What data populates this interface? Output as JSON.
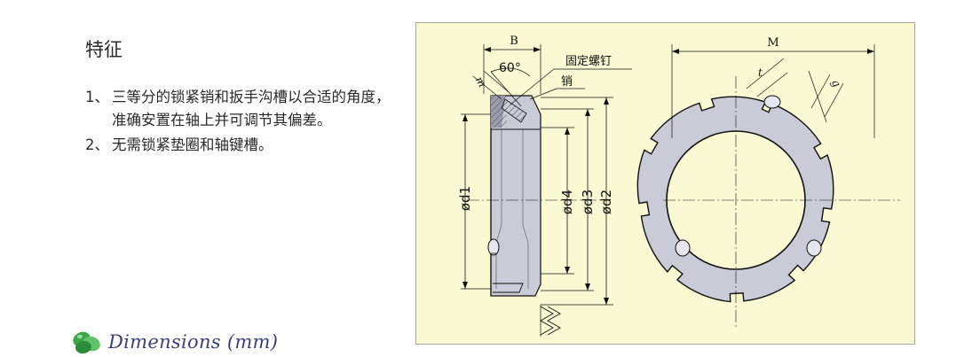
{
  "features": {
    "title": "特征",
    "items": [
      {
        "num": "1、",
        "text": "三等分的锁紧销和扳手沟槽以合适的角度，准确安置在轴上并可调节其偏差。"
      },
      {
        "num": "2、",
        "text": "无需锁紧垫圈和轴键槽。"
      }
    ]
  },
  "dimensions_heading": "Dimensions (mm)",
  "drawing": {
    "label_B": "B",
    "label_M": "M",
    "label_angle": "60°",
    "label_set_screw": "固定螺钉",
    "label_pin": "销",
    "label_m": "m",
    "label_t": "t",
    "label_g": "g",
    "label_d1": "ød1",
    "label_d2": "ød2",
    "label_d3": "ød3",
    "label_d4": "ød4"
  },
  "colors": {
    "panel_bg": "#fbf9d3",
    "part_fill": "#c9cbd6",
    "part_dark": "#9a9cae",
    "dimension_line": "#111111",
    "heading_text": "#3a3f7a",
    "icon_green": "#3aa845"
  }
}
